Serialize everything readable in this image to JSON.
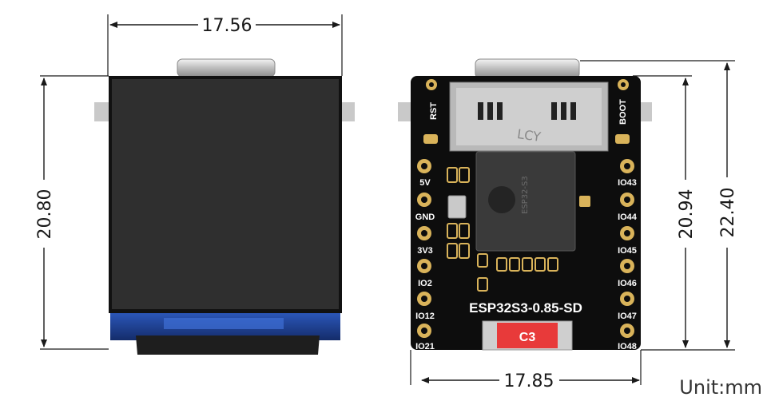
{
  "dimensions": {
    "front_width": "17.56",
    "front_height": "20.80",
    "back_width": "17.85",
    "back_inner_height": "20.94",
    "back_total_height": "22.40"
  },
  "unit_text": "Unit:mm",
  "board": {
    "model": "ESP32S3-0.85-SD",
    "chip_label": "C3",
    "button_left": "RST",
    "button_right": "BOOT",
    "chip_marking": "ESP32-S3",
    "sd_marking": "LCY",
    "left_pins": [
      "5V",
      "GND",
      "3V3",
      "IO2",
      "IO12",
      "IO21"
    ],
    "right_pins": [
      "IO43",
      "IO44",
      "IO45",
      "IO46",
      "IO47",
      "IO48"
    ]
  },
  "colors": {
    "pcb": "#0d0d0d",
    "gold_pad": "#d9b35a",
    "screen": "#2f2f2f",
    "fpc_blue": "#1d3f91",
    "chip_red": "#e83a3a",
    "dim_line": "#1a1a1a"
  }
}
